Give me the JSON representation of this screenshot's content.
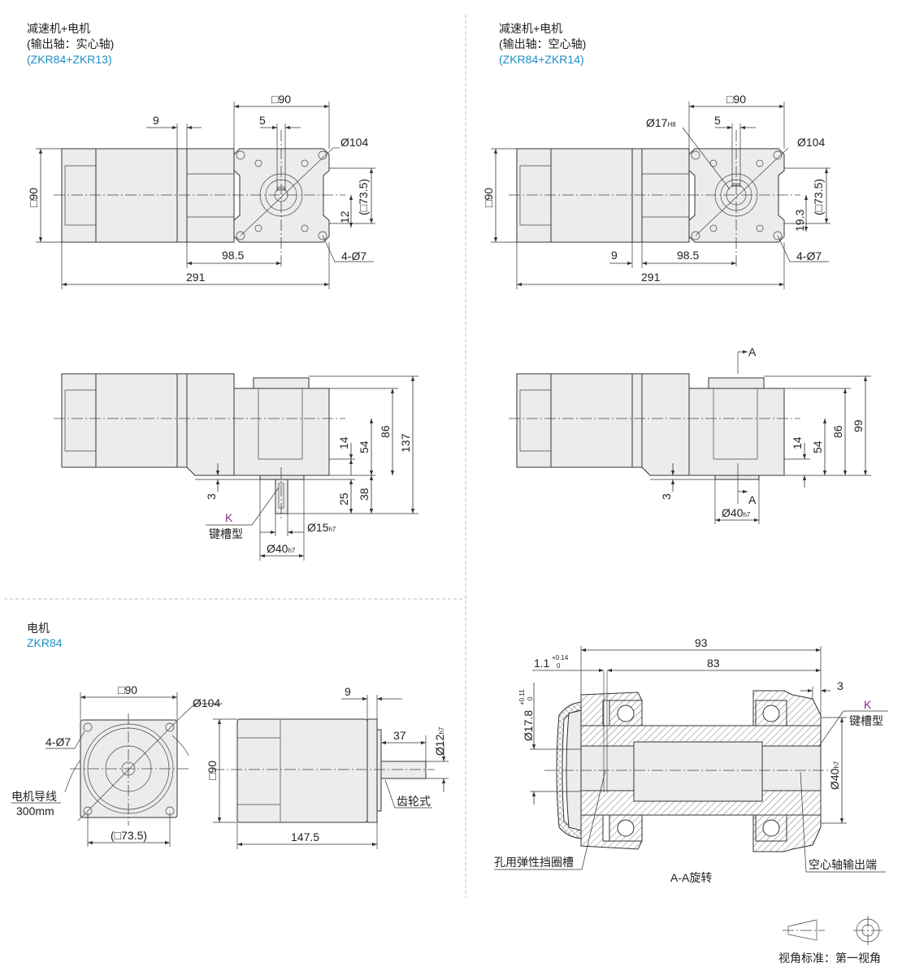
{
  "panels": {
    "solid": {
      "title": "减速机+电机",
      "subtitle": "(输出轴：实心轴)",
      "model": "(ZKR84+ZKR13)"
    },
    "hollow": {
      "title": "减速机+电机",
      "subtitle": "(输出轴：空心轴)",
      "model": "(ZKR84+ZKR14)"
    },
    "motor": {
      "title": "电机",
      "model": "ZKR84"
    }
  },
  "solid_top": {
    "sq90": "□90",
    "d9": "9",
    "d5": "5",
    "d104": "Ø104",
    "sq735": "(□73.5)",
    "d12": "12",
    "d985": "98.5",
    "d291": "291",
    "sq90v": "□90",
    "holes": "4-Ø7"
  },
  "solid_side": {
    "d137": "137",
    "d86": "86",
    "d54": "54",
    "d38": "38",
    "d14": "14",
    "d25": "25",
    "d3": "3",
    "k": "K",
    "key": "键槽型",
    "d15": "Ø15",
    "d15_tol": "h7",
    "d40": "Ø40",
    "d40_tol": "h7"
  },
  "hollow_top": {
    "sq90": "□90",
    "d17": "Ø17",
    "d17_tol": "H8",
    "d5": "5",
    "d104": "Ø104",
    "sq735": "(□73.5)",
    "d193": "19.3",
    "d9": "9",
    "d985": "98.5",
    "d291": "291",
    "sq90v": "□90",
    "holes": "4-Ø7"
  },
  "hollow_side": {
    "a_top": "A",
    "a_bot": "A",
    "d99": "99",
    "d86": "86",
    "d54": "54",
    "d14": "14",
    "d3": "3",
    "d40": "Ø40",
    "d40_tol": "h7"
  },
  "motor_front": {
    "sq90": "□90",
    "d104": "Ø104",
    "holes": "4-Ø7",
    "lead": "电机导线",
    "lead_len": "300mm",
    "sq735": "(□73.5)"
  },
  "motor_side": {
    "d9": "9",
    "d37": "37",
    "d12": "Ø12",
    "d12_tol": "h7",
    "sq90v": "□90",
    "d1475": "147.5",
    "gear": "齿轮式"
  },
  "section": {
    "d93": "93",
    "d83": "83",
    "d11": "1.1",
    "d11_tol_up": "+0.14",
    "d11_tol_lo": "0",
    "d178": "Ø17.8",
    "d178_tol_up": "+0.11",
    "d178_tol_lo": "0",
    "d3": "3",
    "k": "K",
    "key": "键槽型",
    "d40": "Ø40",
    "d40_tol": "h7",
    "groove": "孔用弹性挡圈槽",
    "output": "空心轴输出端",
    "caption": "A-A旋转"
  },
  "projection": {
    "label": "视角标准：第一视角"
  },
  "colors": {
    "accent": "#1d8fc9",
    "key_mark": "#8a2a86",
    "part_fill": "#ececec"
  }
}
